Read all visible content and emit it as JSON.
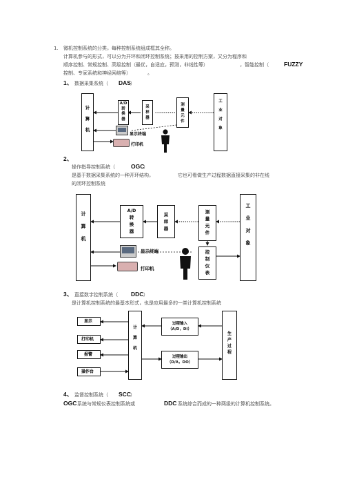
{
  "intro": {
    "number": "1.",
    "line1": "微机控制系统的分类，每种控制系统组成框其全称。",
    "line2": "计算机参与的形式，可以分为开环和闭环控制系统；按采用的控制方案，又分为程序和",
    "line3": "顺序控制、常规控制、高级控制（最优，自适应，预测，非线性等）",
    "line3b": "，智能控制（",
    "line3c": "FUZZY",
    "line4": "控制、专家系统和神经网络等）",
    "line4b": "。"
  },
  "section1": {
    "num": "1、",
    "title": "数据采集系统（",
    "abbr": "DAS",
    "close": "）",
    "diagram": {
      "computer": "计\n\n算\n\n机",
      "ad": "A/D\n转\n换\n器",
      "sampler": "采\n样\n器",
      "sensor": "测\n量\n元\n件",
      "plant": "工\n\n业\n\n对\n\n象",
      "display": "显示终端",
      "printer": "打印机"
    }
  },
  "section2": {
    "num": "2、",
    "title": "操作指导控制系统（",
    "abbr": "OGC",
    "close": "）",
    "desc1": "是基于数据采集系统的一种开环结构，",
    "desc1b": "它也可看做生产过程数据直接采集的非在线",
    "desc2": "的闭环控制系统",
    "diagram": {
      "computer": "计\n\n算\n\n机",
      "ad": "A/D\n转\n换\n器",
      "sampler": "采\n样\n器",
      "sensor": "测\n量\n元\n件",
      "plant": "工\n\n业\n\n对\n\n象",
      "instrument": "控\n制\n仪\n表",
      "display": "显示终端",
      "printer": "打印机"
    }
  },
  "section3": {
    "num": "3、",
    "title": "直接数字控制系统（",
    "abbr": "DDC",
    "close": "）",
    "desc": "是计算机控制系统的最基本形式，也是应用最多的一类计算机控制系统",
    "diagram": {
      "left": [
        "显示",
        "打印机",
        "报警",
        "操作台"
      ],
      "computer": "计\n\n算\n\n机",
      "input": "过程输入\n（A/D，DI）",
      "output": "过程输出\n（D/A，DO）",
      "process": "生\n产\n过\n程"
    }
  },
  "section4": {
    "num": "4、",
    "title": "监督控制系统（",
    "abbr": "SCC",
    "close": "）",
    "abbr1": "OGC",
    "mid": "系统与常规仪表控制系统或",
    "abbr2": "DDC",
    "end": "系统综合而成的一种两级的计算机控制系统。"
  }
}
